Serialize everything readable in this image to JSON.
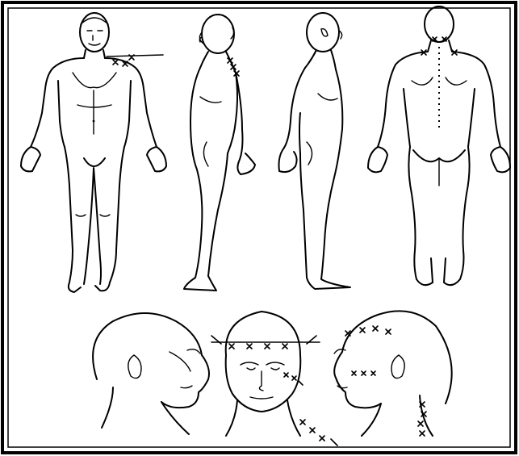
{
  "figure": {
    "panels": [
      {
        "view": "body-front"
      },
      {
        "view": "body-right-side"
      },
      {
        "view": "body-left-side"
      },
      {
        "view": "body-back"
      },
      {
        "view": "head-left-profile"
      },
      {
        "view": "head-front"
      },
      {
        "view": "head-right-profile"
      }
    ],
    "marking_symbol": "x",
    "colors": {
      "ink": "#000000",
      "paper": "#ffffff",
      "border": "#000000"
    }
  }
}
